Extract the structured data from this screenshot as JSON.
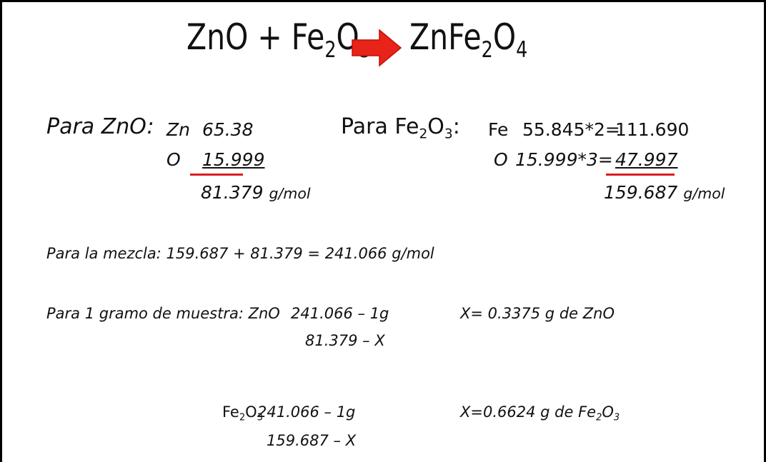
{
  "equation": {
    "lhs_a": "ZnO + Fe",
    "lhs_sub_a": "2",
    "lhs_b": "O",
    "lhs_sub_b": "3",
    "arrow_color": "#e8231a",
    "rhs_a": "ZnFe",
    "rhs_sub_a": "2",
    "rhs_b": "O",
    "rhs_sub_b": "4"
  },
  "zno": {
    "label": "Para ZnO:",
    "zn_symbol": "Zn",
    "zn_mass": "65.38",
    "o_symbol": "O",
    "o_mass": "15.999",
    "total": "81.379",
    "unit": "g/mol"
  },
  "fe2o3": {
    "label_a": "Para Fe",
    "label_sub_a": "2",
    "label_b": "O",
    "label_sub_b": "3",
    "label_colon": ":",
    "fe_symbol": "Fe",
    "fe_calc": "55.845*2=",
    "fe_result": "111.690",
    "o_symbol": "O",
    "o_calc": "15.999*3=",
    "o_result": "47.997",
    "total": "159.687",
    "unit": "g/mol"
  },
  "mezcla": {
    "text": "Para la mezcla: 159.687 + 81.379 = 241.066 g/mol"
  },
  "muestra": {
    "label": "Para 1 gramo de muestra: ZnO",
    "zno_line1": "241.066 – 1g",
    "zno_line2": "81.379 – X",
    "zno_result": "X= 0.3375 g de ZnO",
    "fe_a": "Fe",
    "fe_sub_a": "2",
    "fe_b": "O",
    "fe_sub_b": "3",
    "fe_line1": "241.066 – 1g",
    "fe_line2": "159.687 – X",
    "fe_result_a": "X=0.6624 g de Fe",
    "fe_result_sub_a": "2",
    "fe_result_b": "O",
    "fe_result_sub_b": "3"
  }
}
